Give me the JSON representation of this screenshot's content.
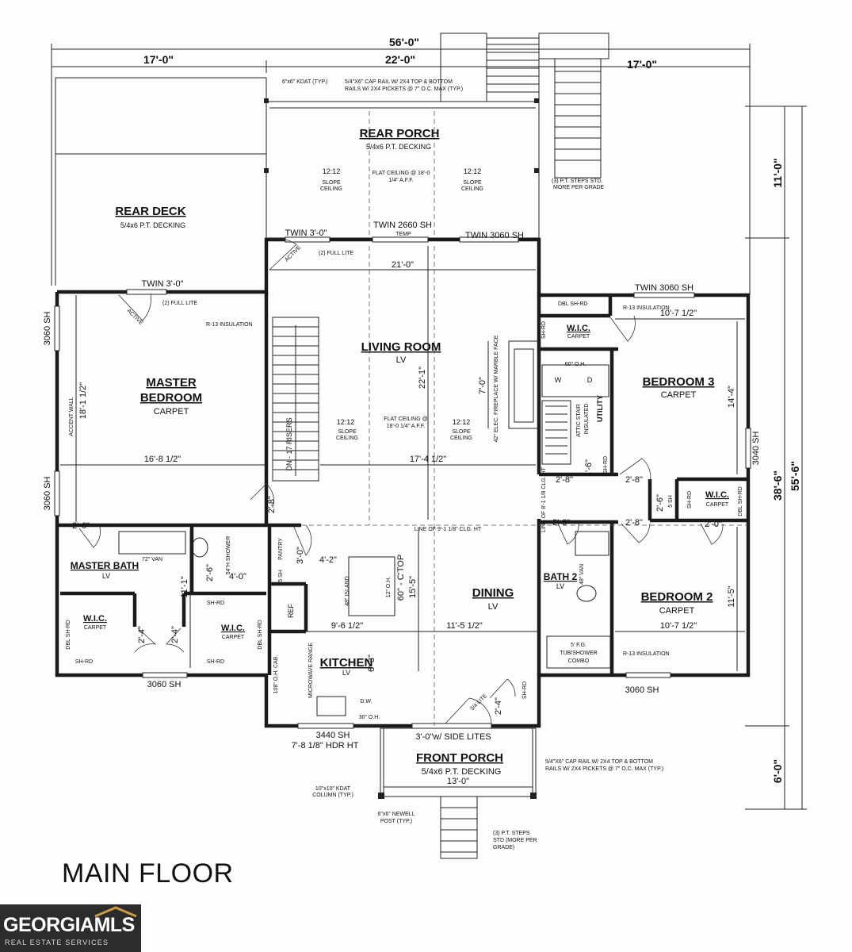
{
  "caption": "MAIN FLOOR",
  "logo": {
    "name": "GEORGIAMLS",
    "tagline": "REAL ESTATE SERVICES"
  },
  "overall": {
    "width": "56'-0\"",
    "depth": "55'-6\"",
    "main_depth": "38'-6\"",
    "rear_depth": "11'-0\"",
    "front_depth": "6'-0\""
  },
  "top_dims": {
    "left": "17'-0\"",
    "center": "22'-0\"",
    "right": "17'-0\""
  },
  "rooms": {
    "rear_porch": {
      "name": "REAR PORCH",
      "surface": "5/4x6 P.T. DECKING"
    },
    "rear_deck": {
      "name": "REAR DECK",
      "surface": "5/4x6 P.T. DECKING"
    },
    "living": {
      "name": "LIVING ROOM",
      "surface": "LV"
    },
    "master": {
      "name1": "MASTER",
      "name2": "BEDROOM",
      "surface": "CARPET"
    },
    "bed3": {
      "name": "BEDROOM 3",
      "surface": "CARPET"
    },
    "bed2": {
      "name": "BEDROOM 2",
      "surface": "CARPET"
    },
    "dining": {
      "name": "DINING",
      "surface": "LV"
    },
    "kitchen": {
      "name": "KITCHEN",
      "surface": "LV"
    },
    "master_bath": {
      "name": "MASTER BATH",
      "surface": "LV"
    },
    "bath2": {
      "name": "BATH 2",
      "surface": "LV"
    },
    "front_porch": {
      "name": "FRONT PORCH",
      "surface": "5/4x6 P.T. DECKING"
    },
    "wic": "W.I.C.",
    "carpet": "CARPET",
    "utility": "UTILITY",
    "pantry": "PANTRY",
    "ref": "REF"
  },
  "labels": {
    "kdat": "6\"x6\" KDAT (TYP.)",
    "cap_rail1": "5/4\"X6\" CAP RAIL W/ 2X4 TOP & BOTTOM",
    "cap_rail2": "RAILS W/ 2X4 PICKETS @ 7\" O.C. MAX (TYP.)",
    "flat_ceiling_porch1": "FLAT CEILING @ 18'-0",
    "flat_ceiling_porch2": "1/4\" A.F.F.",
    "slope_ratio": "12:12",
    "slope1": "SLOPE",
    "slope2": "CEILING",
    "pt_steps1": "(3) P.T. STEPS STD.",
    "pt_steps2": "MORE PER GRADE",
    "twin_2660": "TWIN 2660 SH",
    "temp": "TEMP",
    "twin_30": "TWIN 3'-0\"",
    "twin_3060": "TWIN 3060 SH",
    "full_lite": "(2) FULL LITE",
    "active": "ACTIVE",
    "living_width": "21'-0\"",
    "r13": "R-13 INSULATION",
    "dbl_shrd": "DBL SH-RD",
    "living_depth": "22'-1\"",
    "fireplace": "42\" ELEC. FIREPLACE W/ MARBLE FACE",
    "fireplace_dim": "7'-0\"",
    "flat_ceiling_lr1": "FLAT CEILING @",
    "flat_ceiling_lr2": "18'-0 1/4\" A.F.F.",
    "stair": "DN - 17 RISERS",
    "accent_wall": "ACCENT WALL",
    "master_depth": "18'-1 1/2\"",
    "master_width": "16'-8 1/2\"",
    "living_width2": "17'-4 1/2\"",
    "sh_3060": "3060 SH",
    "sh_3040": "3040 SH",
    "bed3_width": "10'-7 1/2\"",
    "bed3_depth": "14'-4\"",
    "attic": "ATTIC STAIR",
    "insulated": "INSULATED",
    "oh60": "60\" O.H.",
    "clg_ht": "LINE OF 9'-1 1/8\" CLG. HT",
    "line_clg_v": "LINE OF 8'-1 1/8 CLG. HT",
    "d26": "2'-6\"",
    "d28": "2'-8\"",
    "d20": "2'-0\"",
    "d24": "2'-4\"",
    "d30": "3'-0\"",
    "d42": "4'-2\"",
    "d40": "4'-0\"",
    "d16": "1'-6\"",
    "d63": "6'-3\"",
    "van72": "72\" VAN",
    "shower": "54\"H SHOWER",
    "sh_rd": "SH-RD",
    "sh_d": "5 SH",
    "c_top": "60\" - C'TOP",
    "island": "48\" ISLAND",
    "oh_dim": "12\" O.H.",
    "dining_depth": "15'-5\"",
    "kitchen_width": "9'-6 1/2\"",
    "dining_width": "11'-5 1/2\"",
    "van48": "48\" VAN",
    "bed2_depth": "11'-5\"",
    "bed2_width": "10'-7 1/2\"",
    "tub1": "5' F.G.",
    "tub2": "TUB/SHOWER",
    "tub3": "COMBO",
    "mbath_depth": "11'-1\"",
    "oh_cab": "108\" O.H. CAB.",
    "microwave": "MICROWAVE RANGE",
    "dw": "D.W.",
    "oh30": "30\" O.H.",
    "lite34": "3/4 LITE",
    "sh_3440": "3440 SH",
    "hdr": "7'-8 1/8\" HDR HT",
    "side_lites": "3'-0\"w/ SIDE LITES",
    "front_porch_width": "13'-0\"",
    "kdat_col1": "10\"x10\" KDAT",
    "kdat_col2": "COLUMN (TYP.)",
    "newell1": "6\"x6\" NEWELL",
    "newell2": "POST (TYP.)",
    "front_steps1": "(3) P.T. STEPS",
    "front_steps2": "STD (MORE PER",
    "front_steps3": "GRADE)",
    "wd": "W",
    "dd": "D"
  }
}
